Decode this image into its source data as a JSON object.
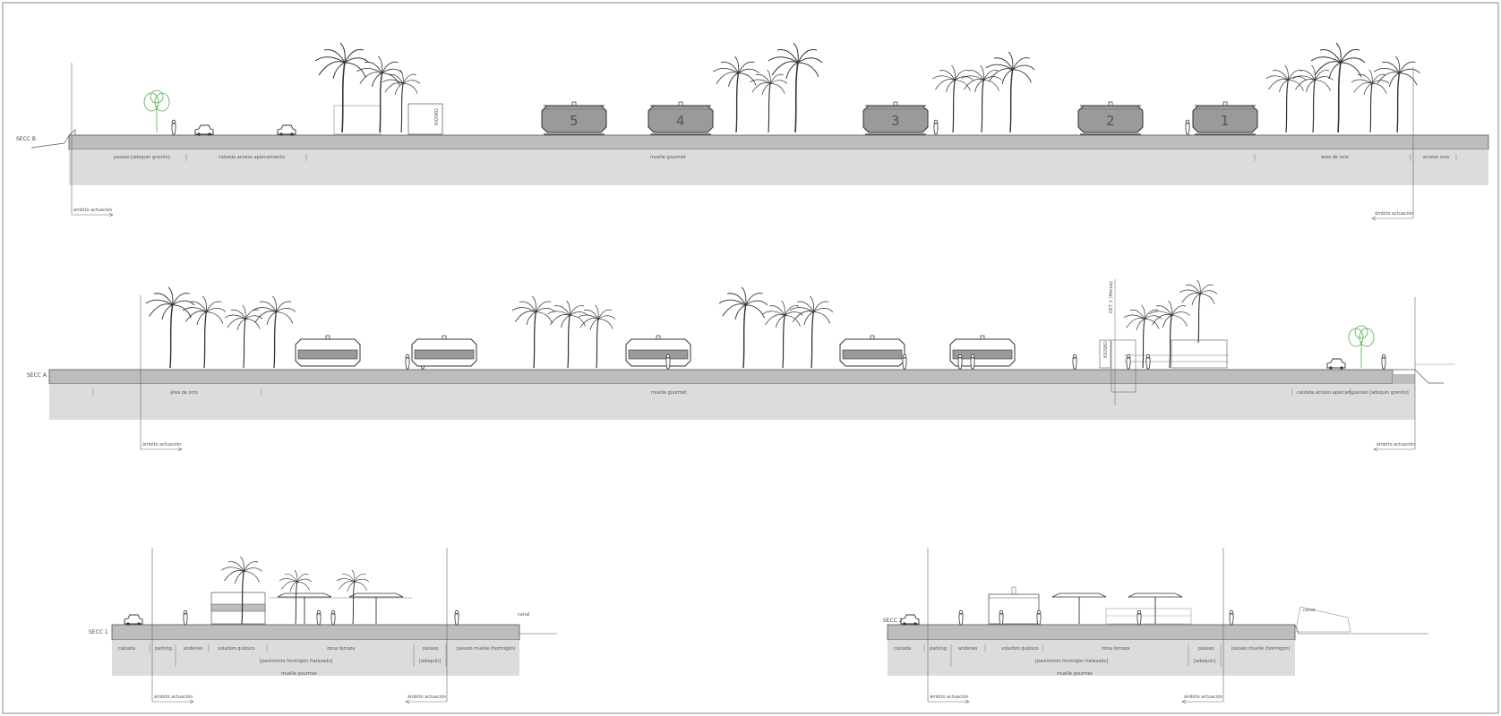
{
  "sections": {
    "b": {
      "name": "SECC B",
      "zones": [
        "passeo [adoquin granito]",
        "calzada acceso aparcamiento",
        "muelle gourmet",
        "área de ocio",
        "acceso ocio"
      ],
      "kiosk_numbers": [
        "5",
        "4",
        "3",
        "2",
        "1"
      ],
      "kiosk_side_label": "KIOSKO",
      "ambito_left": "ámbito actuación",
      "ambito_right": "ámbito actuación"
    },
    "a": {
      "name": "SECC A",
      "zones": [
        "área de ocio",
        "muelle gourmet",
        "calzada acceso aparcam.",
        "passeo [adoquin granito]"
      ],
      "detail_label": "DET 1 (Marea)",
      "kiosk_side_label": "KIOSKO",
      "ambito_left": "ámbito actuación",
      "ambito_right": "ámbito actuación"
    },
    "s1": {
      "name": "SECC 1",
      "top_zones": [
        "calzada",
        "parking",
        "andenes",
        "voladizo quiosco",
        "zona terraza",
        "passeo",
        "passeo muelle (hormigón)"
      ],
      "sub_labels": [
        "[pavimento hormigón fratasado]",
        "[adoquín]"
      ],
      "bottom": "muelle gourmet",
      "water_label": "canal",
      "ambito_left": "ámbito actuación",
      "ambito_right": "ámbito actuación"
    },
    "s2": {
      "name": "SECC 2",
      "top_zones": [
        "calzada",
        "parking",
        "andenes",
        "voladizo quiosco",
        "zona terraza",
        "passeo",
        "passeo muelle (hormigón)"
      ],
      "sub_labels": [
        "[pavimento hormigón fratasado]",
        "[adoquín]"
      ],
      "bottom": "muelle gourmet",
      "water_label": "canal",
      "ambito_left": "ámbito actuación",
      "ambito_right": "ámbito actuación"
    }
  },
  "colors": {
    "ground": "#bdbdbd",
    "substrate": "#dcdcdc",
    "kiosk": "#9a9a9a",
    "tree_green": "#4caf50",
    "line": "#333333"
  },
  "icons": [
    "palm-tree-icon",
    "deciduous-tree-icon",
    "car-icon",
    "person-icon",
    "kiosk-icon",
    "umbrella-icon"
  ]
}
